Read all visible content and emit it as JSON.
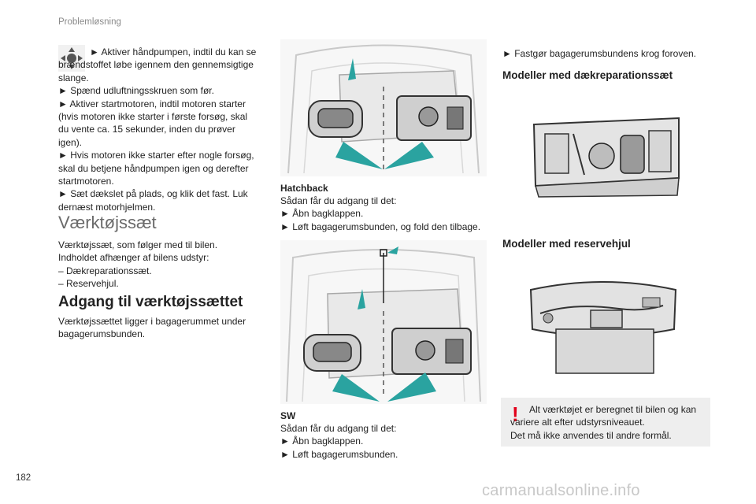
{
  "header": {
    "section": "Problemløsning"
  },
  "page_number": "182",
  "watermark": "carmanualsonline.info",
  "col1": {
    "step1": "► Aktiver håndpumpen, indtil du kan se brændstoffet løbe igennem den gennemsigtige slange.",
    "body1": "► Spænd udluftningsskruen som før.\n► Aktiver startmotoren, indtil motoren starter (hvis motoren ikke starter i første forsøg, skal du vente ca. 15 sekunder, inden du prøver igen).\n► Hvis motoren ikke starter efter nogle forsøg, skal du betjene håndpumpen igen og derefter startmotoren.\n► Sæt dækslet på plads, og klik det fast. Luk dernæst motorhjelmen.",
    "title": "Værktøjssæt",
    "intro": "Værktøjssæt, som følger med til bilen.\nIndholdet afhænger af bilens udstyr:\n– Dækreparationssæt.\n– Reservehjul.",
    "subtitle": "Adgang til værktøjssættet",
    "subtext": "Værktøjssættet ligger i bagagerummet under bagagerumsbunden."
  },
  "col2": {
    "hatch_label": "Hatchback",
    "hatch_text": "Sådan får du adgang til det:\n► Åbn bagklappen.\n► Løft bagagerumsbunden, og fold den tilbage.",
    "sw_label": "SW",
    "sw_text": "Sådan får du adgang til det:\n► Åbn bagklappen.\n► Løft bagagerumsbunden."
  },
  "col3": {
    "hook_text": "► Fastgør bagagerumsbundens krog foroven.",
    "kit_heading": "Modeller med dækreparationssæt",
    "spare_heading": "Modeller med reservehjul",
    "warning": "Alt værktøjet er beregnet til bilen og kan variere alt efter udstyrsniveauet.\nDet må ikke anvendes til andre formål."
  },
  "colors": {
    "accent": "#2aa3a0",
    "warning": "#e2001a",
    "heading_gray": "#6a6a6a"
  }
}
